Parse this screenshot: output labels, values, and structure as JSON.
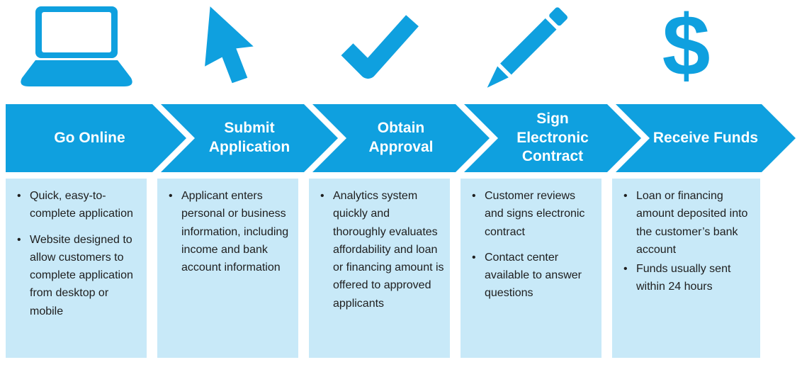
{
  "colors": {
    "primary_blue": "#0FA0DF",
    "panel_light_blue": "#C8E9F8",
    "header_text": "#FFFFFF",
    "body_text": "#1E1E1E"
  },
  "icons": {
    "dollar_glyph": "$"
  },
  "columns": [
    {
      "icon": "laptop-icon",
      "title": "Go Online",
      "bullets": [
        "Quick, easy-to-complete application",
        "Website designed to allow customers to complete application from desktop or mobile"
      ]
    },
    {
      "icon": "cursor-icon",
      "title": "Submit\nApplication",
      "bullets": [
        "Applicant enters personal or business information, including income and bank account information"
      ]
    },
    {
      "icon": "checkmark-icon",
      "title": "Obtain\nApproval",
      "bullets": [
        "Analytics system quickly and thoroughly evaluates affordability and loan or financing amount is offered to approved applicants"
      ]
    },
    {
      "icon": "pencil-icon",
      "title": "Sign\nElectronic\nContract",
      "bullets": [
        "Customer reviews and signs electronic contract",
        "Contact center available to answer questions"
      ]
    },
    {
      "icon": "dollar-icon",
      "title": "Receive Funds",
      "bullets": [
        "Loan or financing amount deposited into the customer’s bank account",
        "Funds usually sent within 24 hours"
      ]
    }
  ]
}
